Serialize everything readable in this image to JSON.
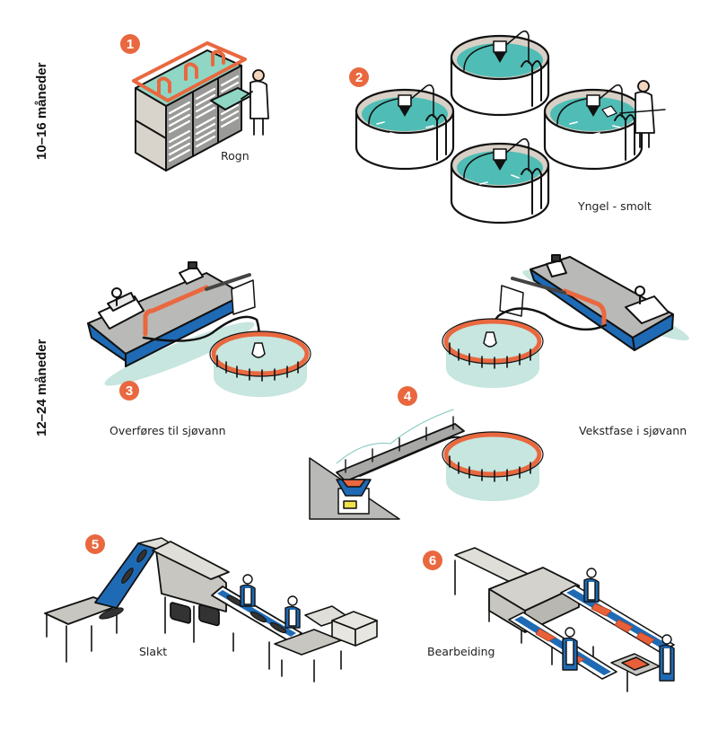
{
  "diagram": {
    "type": "process-infographic",
    "subject": "Salmon farming lifecycle",
    "periods": [
      {
        "id": "freshwater",
        "label": "10–16 måneder"
      },
      {
        "id": "seawater",
        "label": "12–24 måneder"
      }
    ],
    "steps": [
      {
        "number": "1",
        "label": "Rogn",
        "period": "freshwater"
      },
      {
        "number": "2",
        "label": "Yngel - smolt",
        "period": "freshwater"
      },
      {
        "number": "3",
        "label": "Overføres til sjøvann",
        "period": "seawater"
      },
      {
        "number": "4",
        "label": "Vekstfase i sjøvann",
        "period": "seawater"
      },
      {
        "number": "5",
        "label": "Slakt",
        "period": "processing"
      },
      {
        "number": "6",
        "label": "Bearbeiding",
        "period": "processing"
      }
    ],
    "colors": {
      "accent_orange": "#e9683f",
      "tank_water": "#4fbdb5",
      "sea_water": "#c6e6df",
      "boat_blue": "#1f6ab5",
      "machine_grey": "#c8c6c0",
      "outline": "#111111",
      "fish_fillet": "#e8603a"
    }
  }
}
